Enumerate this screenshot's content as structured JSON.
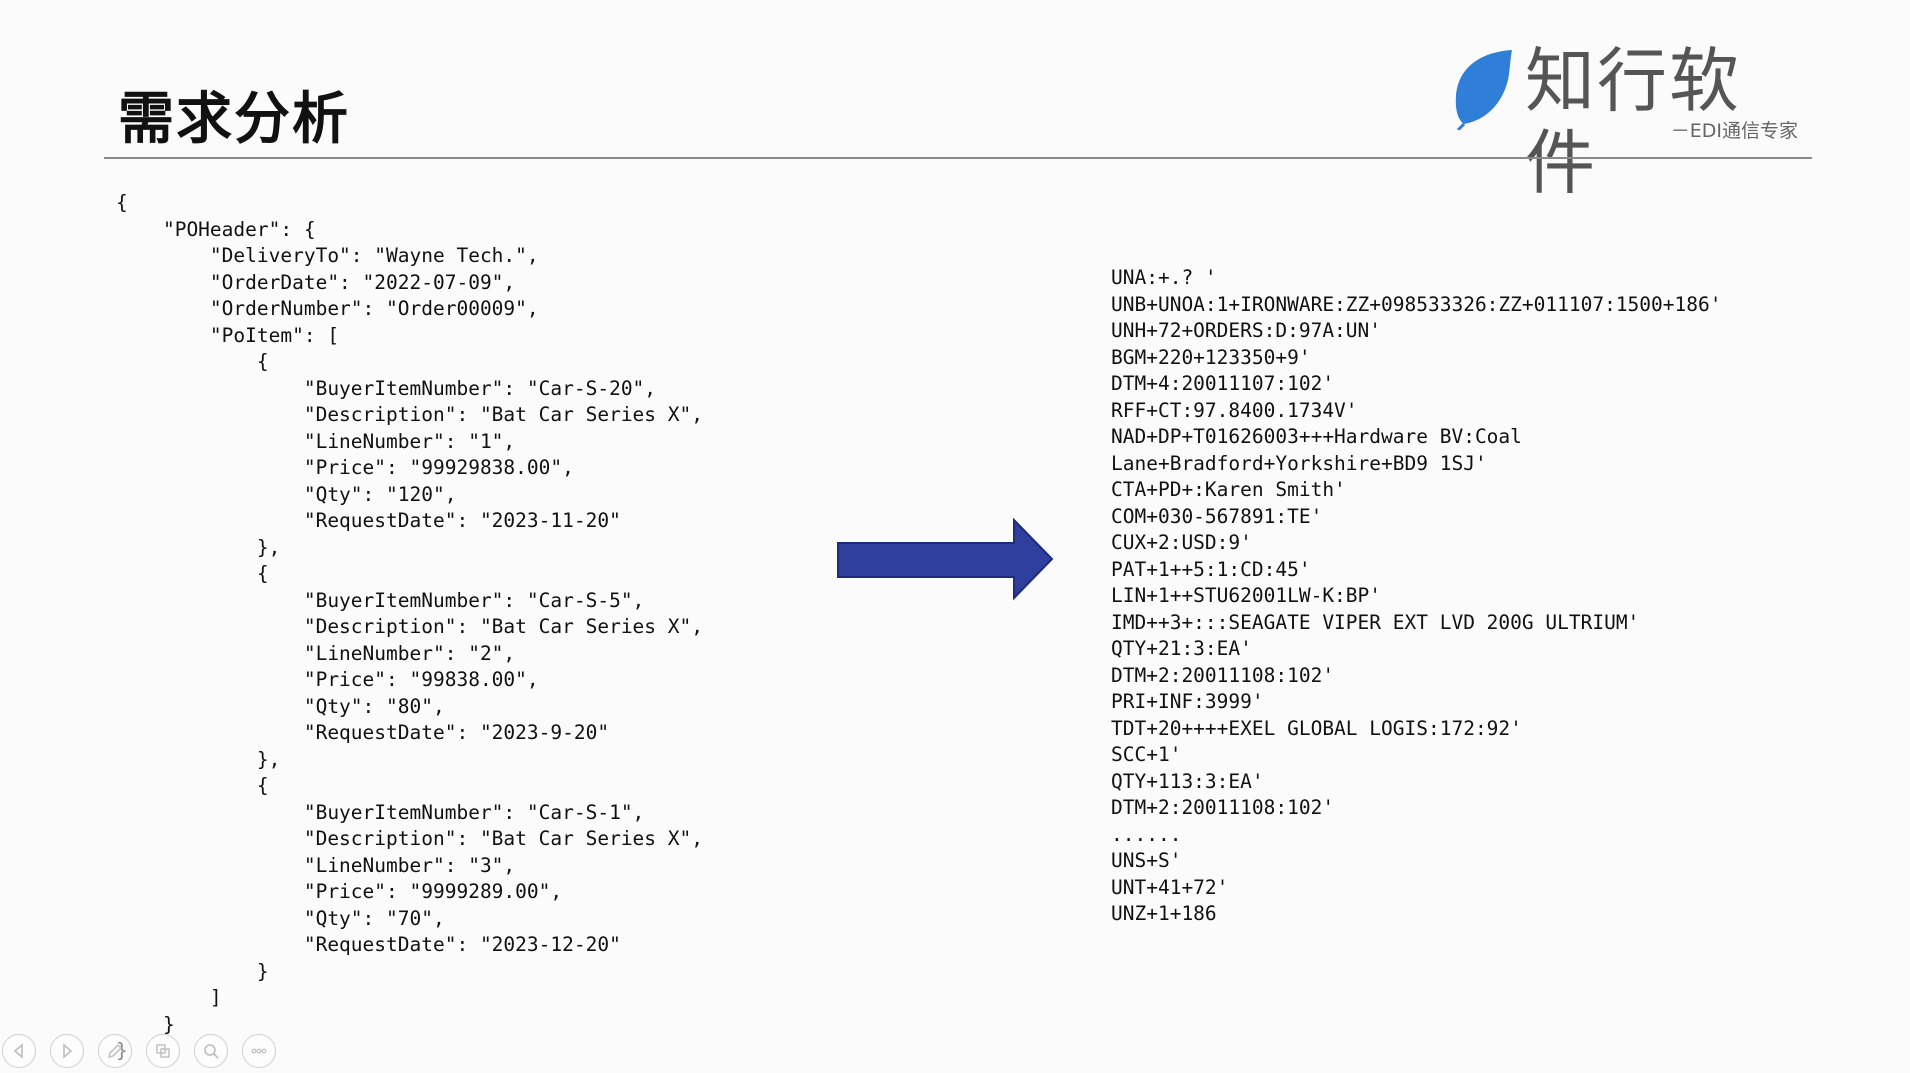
{
  "slide": {
    "title": "需求分析"
  },
  "logo": {
    "name": "知行软件",
    "subtitle": "－EDI通信专家",
    "color": "#2f7fd8"
  },
  "json_code": {
    "lines": [
      "{",
      "    \"POHeader\": {",
      "        \"DeliveryTo\": \"Wayne Tech.\",",
      "        \"OrderDate\": \"2022-07-09\",",
      "        \"OrderNumber\": \"Order00009\",",
      "        \"PoItem\": [",
      "            {",
      "                \"BuyerItemNumber\": \"Car-S-20\",",
      "                \"Description\": \"Bat Car Series X\",",
      "                \"LineNumber\": \"1\",",
      "                \"Price\": \"99929838.00\",",
      "                \"Qty\": \"120\",",
      "                \"RequestDate\": \"2023-11-20\"",
      "            },",
      "            {",
      "                \"BuyerItemNumber\": \"Car-S-5\",",
      "                \"Description\": \"Bat Car Series X\",",
      "                \"LineNumber\": \"2\",",
      "                \"Price\": \"99838.00\",",
      "                \"Qty\": \"80\",",
      "                \"RequestDate\": \"2023-9-20\"",
      "            },",
      "            {",
      "                \"BuyerItemNumber\": \"Car-S-1\",",
      "                \"Description\": \"Bat Car Series X\",",
      "                \"LineNumber\": \"3\",",
      "                \"Price\": \"9999289.00\",",
      "                \"Qty\": \"70\",",
      "                \"RequestDate\": \"2023-12-20\"",
      "            }",
      "        ]",
      "    }",
      "}"
    ]
  },
  "edi_code": {
    "lines": [
      "UNA:+.? '",
      "UNB+UNOA:1+IRONWARE:ZZ+098533326:ZZ+011107:1500+186'",
      "UNH+72+ORDERS:D:97A:UN'",
      "BGM+220+123350+9'",
      "DTM+4:20011107:102'",
      "RFF+CT:97.8400.1734V'",
      "NAD+DP+T01626003+++Hardware BV:Coal",
      "Lane+Bradford+Yorkshire+BD9 1SJ'",
      "CTA+PD+:Karen Smith'",
      "COM+030-567891:TE'",
      "CUX+2:USD:9'",
      "PAT+1++5:1:CD:45'",
      "LIN+1++STU62001LW-K:BP'",
      "IMD++3+:::SEAGATE VIPER EXT LVD 200G ULTRIUM'",
      "QTY+21:3:EA'",
      "DTM+2:20011108:102'",
      "PRI+INF:3999'",
      "TDT+20++++EXEL GLOBAL LOGIS:172:92'",
      "SCC+1'",
      "QTY+113:3:EA'",
      "DTM+2:20011108:102'",
      "......",
      "UNS+S'",
      "UNT+41+72'",
      "UNZ+1+186"
    ]
  },
  "arrow": {
    "color": "#2e3f9e"
  },
  "toolbar": {
    "buttons": [
      {
        "name": "previous-slide-button",
        "icon": "arrow-left-icon"
      },
      {
        "name": "next-slide-button",
        "icon": "arrow-right-icon"
      },
      {
        "name": "pen-tool-button",
        "icon": "pen-icon"
      },
      {
        "name": "slide-overview-button",
        "icon": "slides-icon"
      },
      {
        "name": "zoom-button",
        "icon": "magnifier-icon"
      },
      {
        "name": "more-options-button",
        "icon": "more-icon"
      }
    ]
  }
}
